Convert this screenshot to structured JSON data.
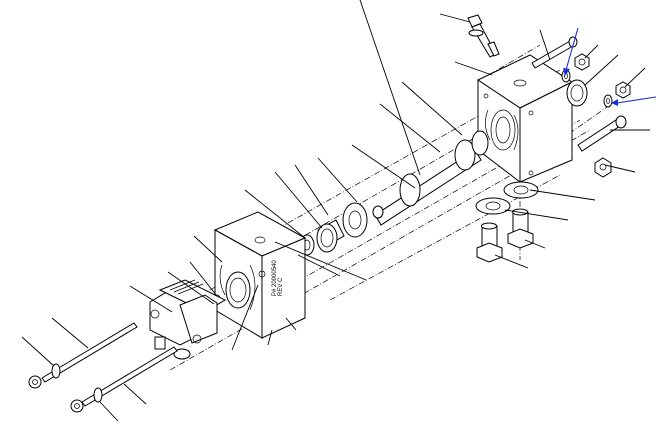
{
  "diagram": {
    "type": "exploded-assembly-drawing",
    "part_marking": {
      "part_number": "P# 20000540",
      "revision": "REV C"
    },
    "components": [
      {
        "id": "front-block",
        "desc": "front housing block with engraved part number"
      },
      {
        "id": "rear-block",
        "desc": "rear housing block"
      },
      {
        "id": "shaft",
        "desc": "stepped central shaft"
      },
      {
        "id": "bushing",
        "desc": "cylindrical bushing"
      },
      {
        "id": "washer-large",
        "desc": "large flat washer"
      },
      {
        "id": "seal-ring",
        "desc": "small seal ring"
      },
      {
        "id": "actuator-cap",
        "desc": "end cap / actuator head"
      },
      {
        "id": "long-bolt-1",
        "desc": "long socket head cap screw with washer"
      },
      {
        "id": "long-bolt-2",
        "desc": "long socket head cap screw with washer"
      },
      {
        "id": "fitting",
        "desc": "threaded fitting, top"
      },
      {
        "id": "pin",
        "desc": "dowel pin"
      },
      {
        "id": "hex-nut-1",
        "desc": "hex nut upper"
      },
      {
        "id": "hex-nut-2",
        "desc": "hex nut right"
      },
      {
        "id": "hex-nut-3",
        "desc": "hex nut lower right"
      },
      {
        "id": "side-bolt",
        "desc": "hex bolt right side"
      },
      {
        "id": "flange-washer",
        "desc": "flange ring"
      },
      {
        "id": "bottom-washers",
        "desc": "two flat washers below rear block"
      },
      {
        "id": "plugs",
        "desc": "two hex plugs below rear block"
      }
    ],
    "callout_count": 34,
    "blue_arrows": 2
  }
}
